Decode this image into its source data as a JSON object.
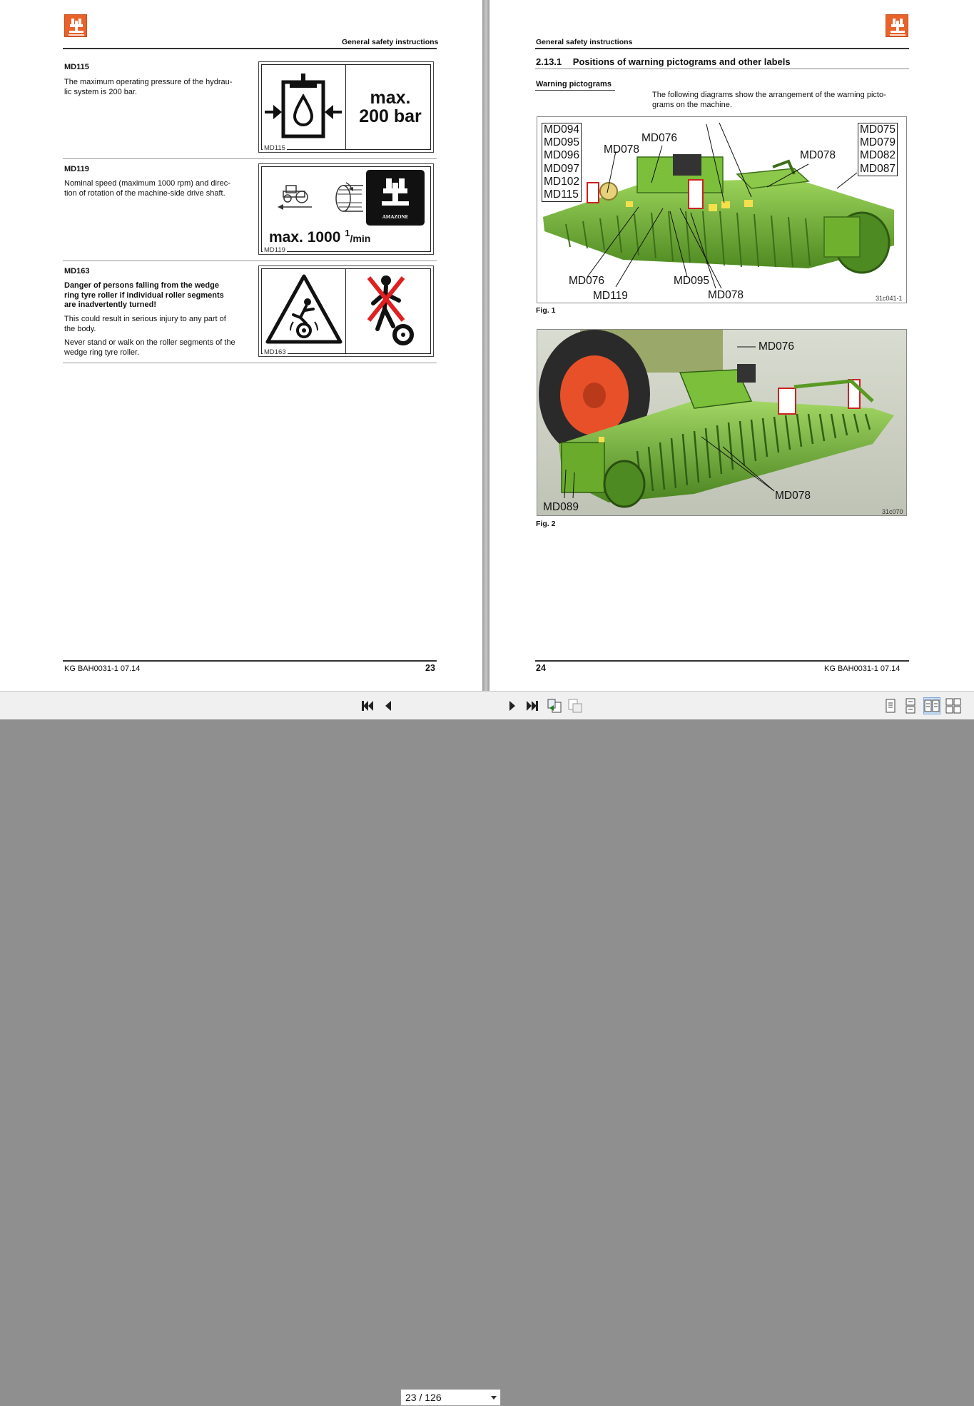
{
  "left_page": {
    "header": "General safety instructions",
    "entries": [
      {
        "code": "MD115",
        "text": "The maximum operating pressure of the hydrau-\nlic system is 200 bar.",
        "pict_code": "MD115",
        "pict_text_1": "max.",
        "pict_text_2": "200 bar"
      },
      {
        "code": "MD119",
        "text": "Nominal speed (maximum 1000 rpm) and direc-\ntion of rotation of the machine-side drive shaft.",
        "pict_code": "MD119",
        "pict_text": "max. 1000",
        "pict_unit_num": "1",
        "pict_unit_den": "/min",
        "brand": "AMAZONE"
      },
      {
        "code": "MD163",
        "bold_text": "Danger of persons falling from the wedge\nring tyre roller if individual roller segments\nare inadvertently turned!",
        "text_2": "This could result in serious injury to any part of\nthe body.",
        "text_3": "Never stand or walk on the roller segments of the\nwedge ring tyre roller.",
        "pict_code": "MD163"
      }
    ],
    "footer_left": "KG  BAH0031-1  07.14",
    "page_number": "23"
  },
  "right_page": {
    "header": "General safety instructions",
    "section_number": "2.13.1",
    "section_title": "Positions of warning pictograms and other labels",
    "subheading": "Warning pictograms",
    "intro": "The following diagrams show the arrangement of the warning picto-\ngrams on the machine.",
    "fig1": {
      "caption": "Fig. 1",
      "photo_id": "31c041-1",
      "box_left": [
        "MD094",
        "MD095",
        "MD096",
        "MD097",
        "MD102",
        "MD115"
      ],
      "box_right": [
        "MD075",
        "MD079",
        "MD082",
        "MD087"
      ],
      "labels": [
        "MD076",
        "MD078",
        "MD078",
        "MD076",
        "MD119",
        "MD095",
        "MD078"
      ]
    },
    "fig2": {
      "caption": "Fig. 2",
      "photo_id": "31c070",
      "labels": [
        "MD076",
        "MD078",
        "MD089"
      ]
    },
    "page_number": "24",
    "footer_right": "KG  BAH0031-1  07.14"
  },
  "toolbar": {
    "page_indicator": "23 / 126",
    "buttons": [
      "first-page",
      "previous-page",
      "next-page",
      "last-page",
      "previous-view",
      "next-view",
      "single-page",
      "continuous",
      "facing",
      "continuous-facing"
    ]
  },
  "colors": {
    "brand_orange": "#e8622a",
    "machine_green": "#7bbf3a",
    "viewer_bg": "#808080",
    "toolbar_bg": "#f0f0f0"
  }
}
